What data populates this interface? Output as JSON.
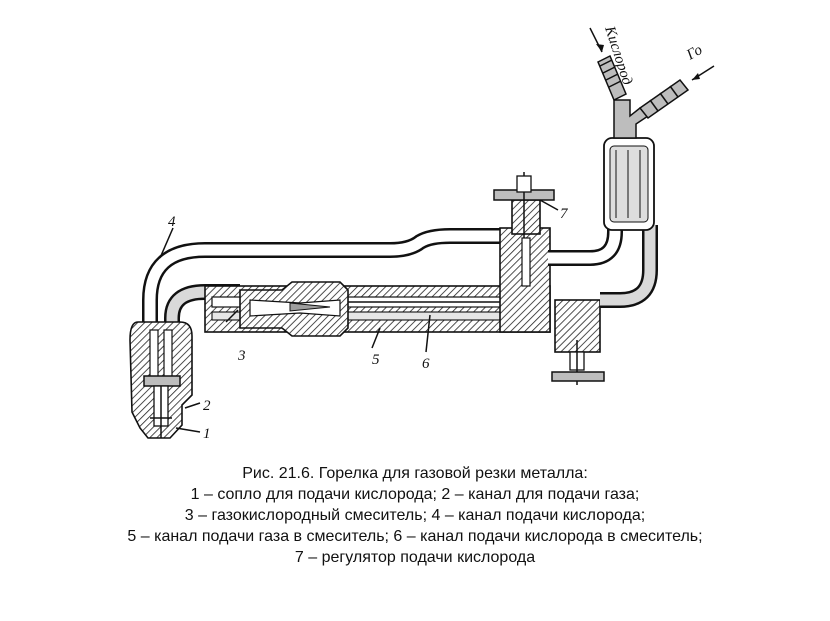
{
  "figure": {
    "callouts": [
      "1",
      "2",
      "3",
      "4",
      "5",
      "6",
      "7"
    ],
    "inlet_oxygen": "Кислород",
    "inlet_gas": "Го"
  },
  "caption": {
    "title": "Рис. 21.6. Горелка для газовой резки металла:",
    "lines": [
      "1 – сопло для подачи кислорода; 2 – канал для подачи газа;",
      "3 – газокислородный смеситель; 4 – канал подачи кислорода;",
      "5 – канал подачи газа в смеситель; 6 – канал подачи кислорода в смеситель;",
      "7 – регулятор подачи кислорода"
    ]
  }
}
